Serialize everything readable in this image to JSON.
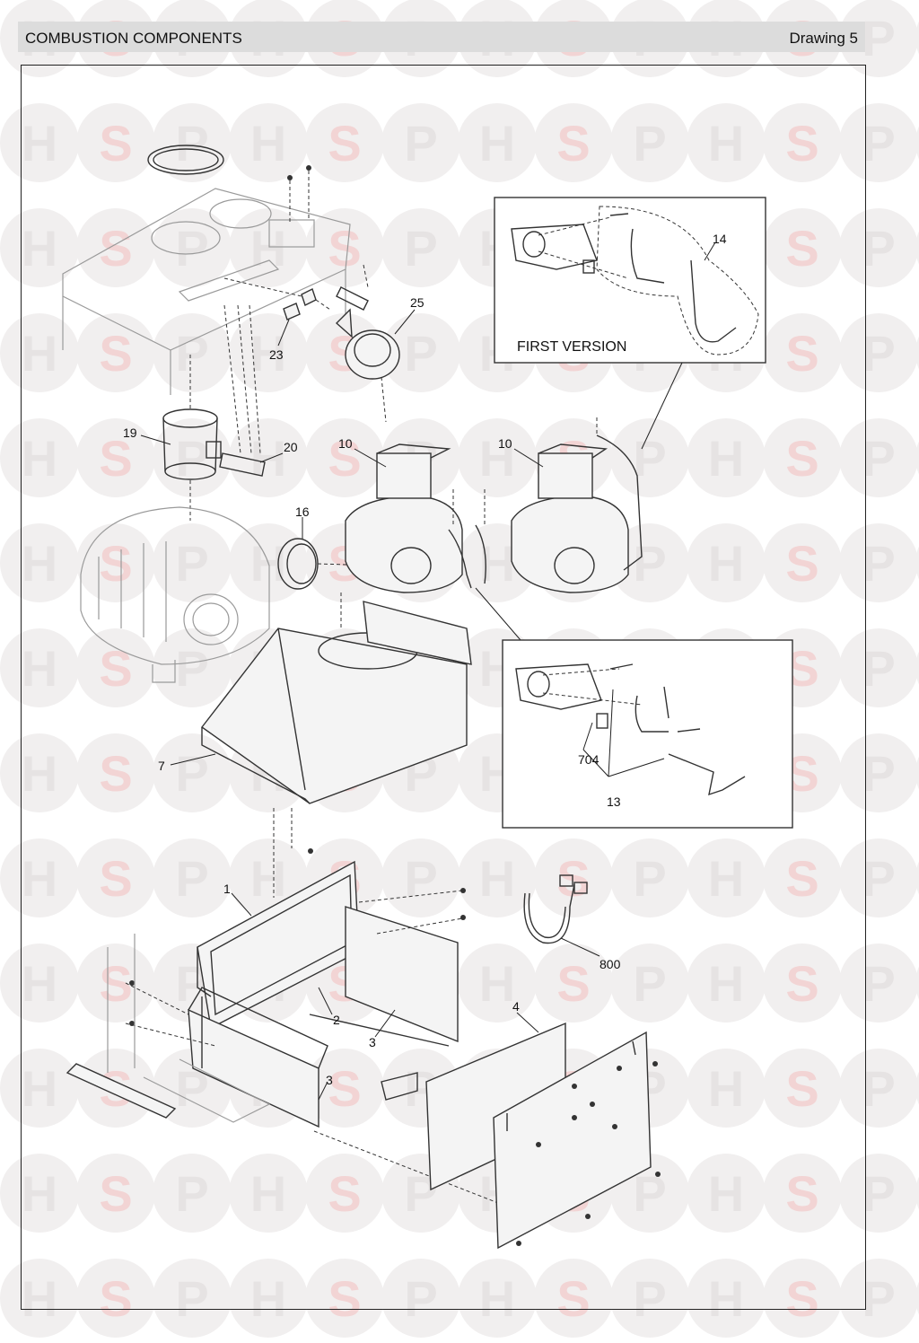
{
  "header": {
    "title": "COMBUSTION COMPONENTS",
    "drawing": "Drawing 5"
  },
  "watermark": {
    "letters": [
      "H",
      "S",
      "P"
    ],
    "colors": {
      "H": "#e6e3e3",
      "S": "#f2d4d4",
      "P": "#e6e3e3"
    }
  },
  "insets": {
    "first_version_label": "FIRST VERSION"
  },
  "labels": {
    "p1": "1",
    "p2": "2",
    "p3a": "3",
    "p3b": "3",
    "p4": "4",
    "p7": "7",
    "p10a": "10",
    "p10b": "10",
    "p13": "13",
    "p14": "14",
    "p16": "16",
    "p19": "19",
    "p20": "20",
    "p23": "23",
    "p25": "25",
    "p704": "704",
    "p800": "800"
  }
}
